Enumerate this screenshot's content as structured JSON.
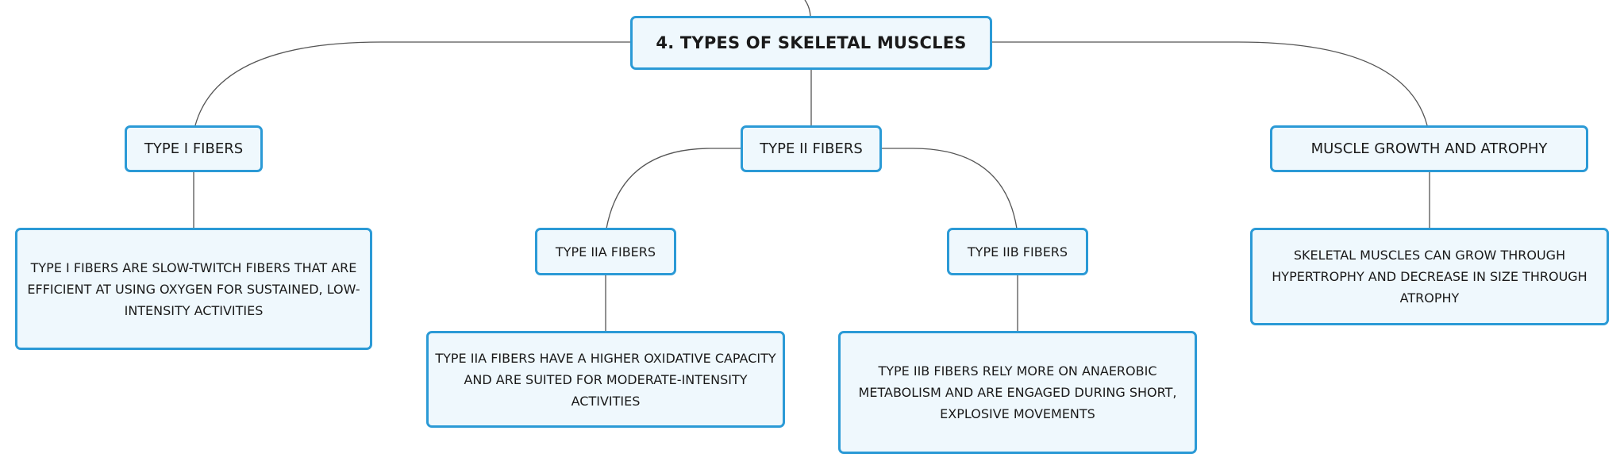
{
  "diagram": {
    "root": {
      "label": "4. TYPES OF SKELETAL MUSCLES"
    },
    "type1": {
      "label": "TYPE I FIBERS",
      "description": "TYPE I FIBERS ARE SLOW-TWITCH FIBERS THAT ARE EFFICIENT AT USING OXYGEN FOR SUSTAINED, LOW-INTENSITY ACTIVITIES"
    },
    "type2": {
      "label": "TYPE II FIBERS",
      "type2a": {
        "label": "TYPE IIA FIBERS",
        "description": "TYPE IIA FIBERS HAVE A HIGHER OXIDATIVE CAPACITY AND ARE SUITED FOR MODERATE-INTENSITY ACTIVITIES"
      },
      "type2b": {
        "label": "TYPE IIB FIBERS",
        "description": "TYPE IIB FIBERS RELY MORE ON ANAEROBIC METABOLISM AND ARE ENGAGED DURING SHORT, EXPLOSIVE MOVEMENTS"
      }
    },
    "growth": {
      "label": "MUSCLE GROWTH AND ATROPHY",
      "description": "SKELETAL MUSCLES CAN GROW THROUGH HYPERTROPHY AND DECREASE IN SIZE THROUGH ATROPHY"
    }
  },
  "colors": {
    "node_border": "#2b9ad6",
    "node_fill": "#eff8fd",
    "connector": "#555555",
    "text": "#1a1a1a"
  }
}
